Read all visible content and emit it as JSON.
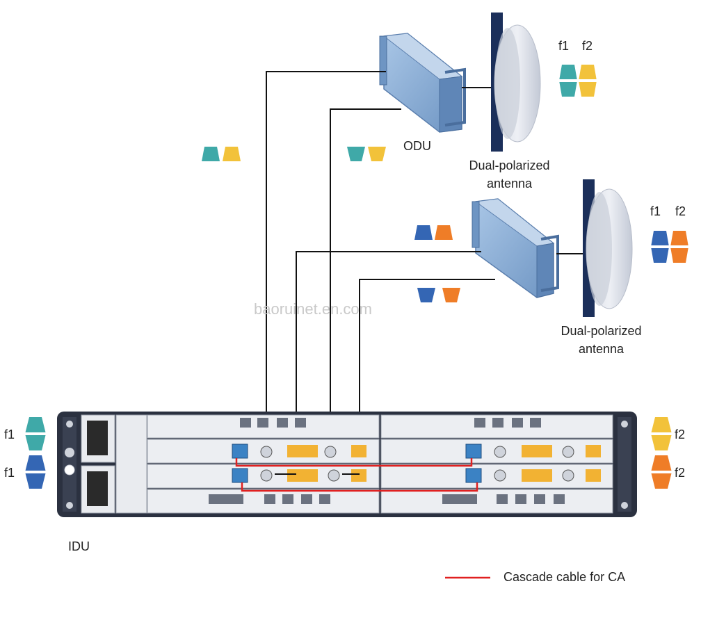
{
  "labels": {
    "odu": "ODU",
    "antenna_top_line1": "Dual-polarized",
    "antenna_top_line2": "antenna",
    "antenna_bottom_line1": "Dual-polarized",
    "antenna_bottom_line2": "antenna",
    "idu": "IDU",
    "watermark": "baoruinet.en.com",
    "legend": "Cascade cable for CA"
  },
  "freq": {
    "top_f1": "f1",
    "top_f2": "f2",
    "mid_f1": "f1",
    "mid_f2": "f2",
    "left_f1_top": "f1",
    "left_f1_bottom": "f1",
    "right_f2_top": "f2",
    "right_f2_bottom": "f2"
  },
  "colors": {
    "teal": "#3fa9a8",
    "yellow": "#f2c23a",
    "blue": "#3466b4",
    "orange": "#ef7d27",
    "cable": "#111111",
    "cascade": "#e02020",
    "odu_body": "#8fb2d6",
    "antenna_pole": "#1b2f5a",
    "idu_frame": "#2b3140"
  }
}
